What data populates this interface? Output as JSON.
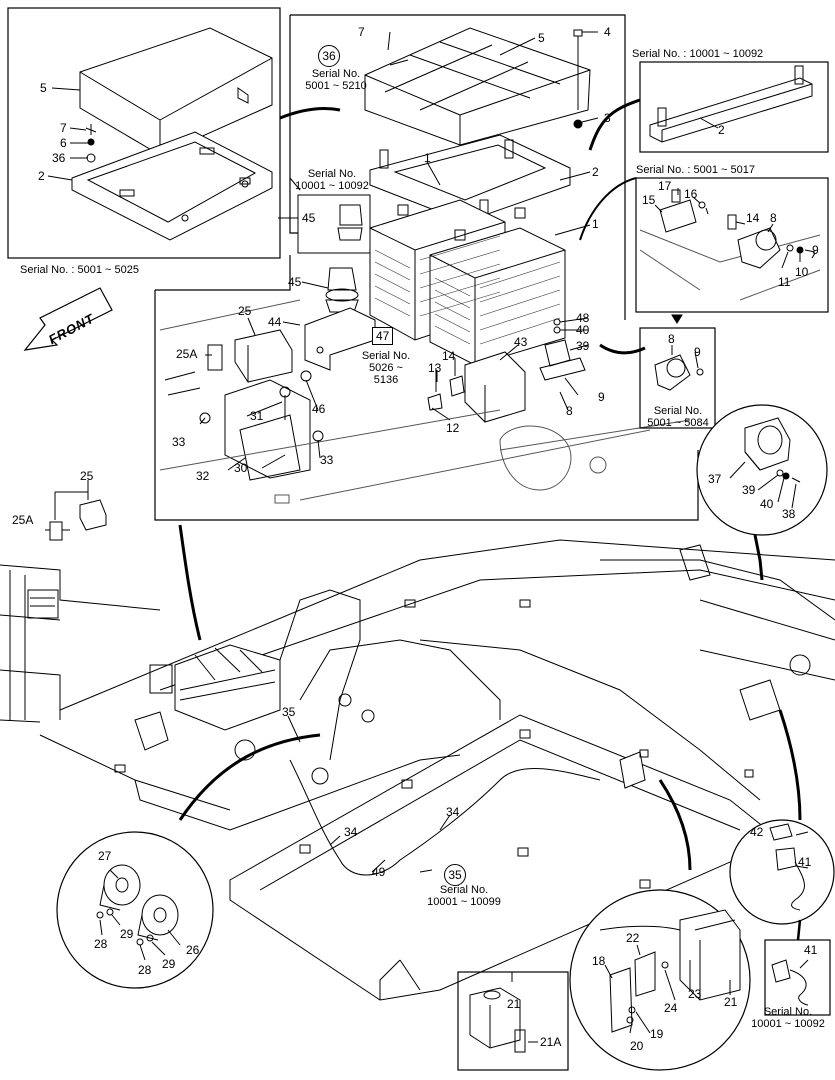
{
  "front_label": "FRONT",
  "serials": {
    "s5001_5025": "Serial No. : 5001 ~ 5025",
    "s5001_5210": "Serial No.\n5001 ~ 5210",
    "s10001_10092_top": "Serial No. : 10001 ~ 10092",
    "s10001_10092_batt": "Serial No.\n10001 ~ 10092",
    "s5001_5017": "Serial No. : 5001 ~ 5017",
    "s5026_5136": "Serial No.\n5026 ~\n5136",
    "s5001_5084": "Serial No.\n5001 ~ 5084",
    "s10001_10099": "Serial No.\n10001 ~ 10099",
    "s10001_10092_br": "Serial No.\n10001 ~ 10092"
  },
  "circled": {
    "c36": "36",
    "c35": "35"
  },
  "boxed": {
    "b47": "47"
  },
  "labels": {
    "n1": "1",
    "n2": "2",
    "n3": "3",
    "n4": "4",
    "n5": "5",
    "n6": "6",
    "n7": "7",
    "n8": "8",
    "n9": "9",
    "n10": "10",
    "n11": "11",
    "n12": "12",
    "n13": "13",
    "n14": "14",
    "n15": "15",
    "n16": "16",
    "n17": "17",
    "n18": "18",
    "n19": "19",
    "n20": "20",
    "n21": "21",
    "n21A": "21A",
    "n22": "22",
    "n23": "23",
    "n24": "24",
    "n25": "25",
    "n25A": "25A",
    "n26": "26",
    "n27": "27",
    "n28": "28",
    "n29": "29",
    "n30": "30",
    "n31": "31",
    "n32": "32",
    "n33": "33",
    "n34": "34",
    "n35": "35",
    "n36": "36",
    "n37": "37",
    "n38": "38",
    "n39": "39",
    "n40": "40",
    "n41": "41",
    "n42": "42",
    "n43": "43",
    "n44": "44",
    "n45": "45",
    "n46": "46",
    "n48": "48",
    "n49": "49"
  }
}
